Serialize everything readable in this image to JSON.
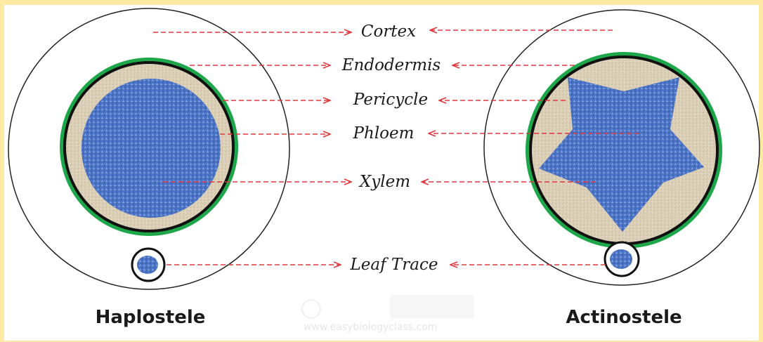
{
  "diagram": {
    "labels": {
      "cortex": "Cortex",
      "endodermis": "Endodermis",
      "pericycle": "Pericycle",
      "phloem": "Phloem",
      "xylem": "Xylem",
      "leaf_trace": "Leaf Trace"
    },
    "captions": {
      "left": "Haplostele",
      "right": "Actinostele"
    },
    "watermark": "www.easybiologyclass.com",
    "colors": {
      "background_border": "#fde9a4",
      "endodermis": "#1ea64a",
      "pericycle": "#d9ccb4",
      "xylem": "#4a72c4",
      "arrows": "#e0393e"
    }
  }
}
